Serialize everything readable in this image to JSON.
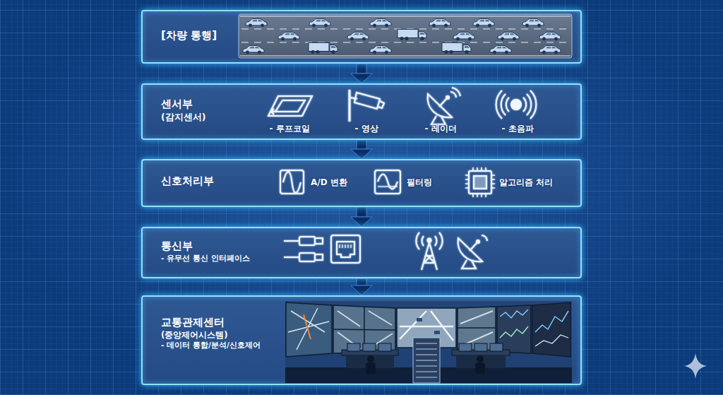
{
  "diagram": {
    "nodes": [
      {
        "text": [
          "[차량 통행]"
        ]
      },
      {
        "text": [
          "센서부",
          "(감지센서)"
        ]
      },
      {
        "text": [
          "신호처리부"
        ]
      },
      {
        "text": [
          "통신부",
          "- 유무선 통신 인터페이스"
        ]
      },
      {
        "text": [
          "교통관제센터",
          "(중앙제어시스템)",
          "- 데이터 통합/분석/신호제어"
        ]
      }
    ],
    "edges": [
      {
        "from": 0,
        "to": 1,
        "arrow": "to"
      },
      {
        "from": 1,
        "to": 2,
        "arrow": "to"
      },
      {
        "from": 2,
        "to": 3,
        "arrow": "to"
      },
      {
        "from": 3,
        "to": 4,
        "arrow": "to"
      }
    ],
    "labels": [
      "- 루프코일",
      "- 영상",
      "- 레이더",
      "- 초음파",
      "A/D 변환",
      "필터링",
      "알고리즘 처리"
    ]
  }
}
